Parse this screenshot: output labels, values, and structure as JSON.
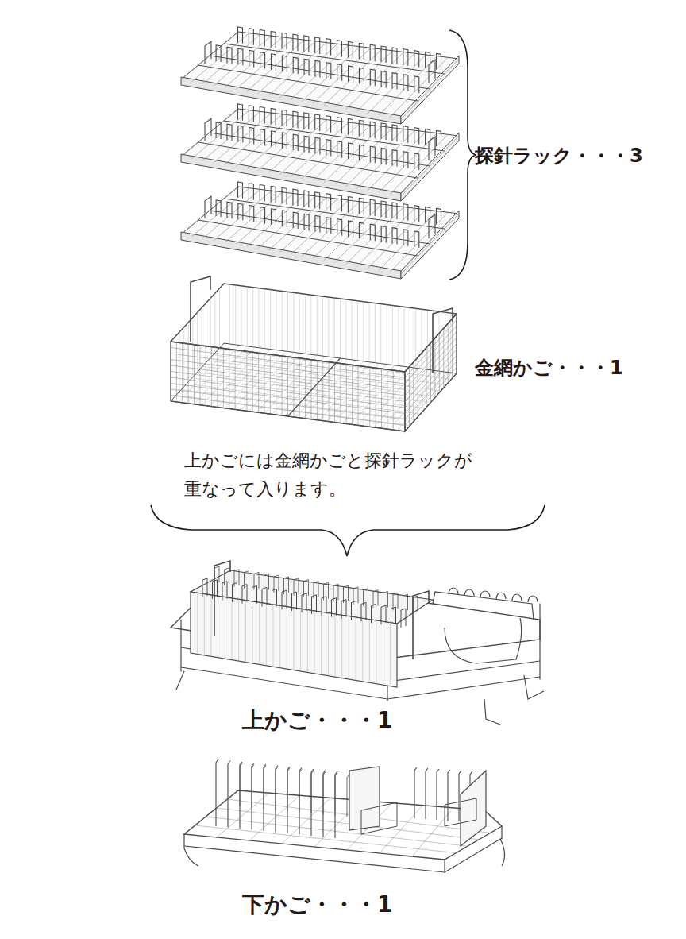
{
  "diagram": {
    "labels": [
      "探針ラック・・・3",
      "金網かご・・・1",
      "上かごには金網かごと探針ラックが 重なって入ります。",
      "上かご・・・1",
      "下かご・・・1"
    ]
  }
}
